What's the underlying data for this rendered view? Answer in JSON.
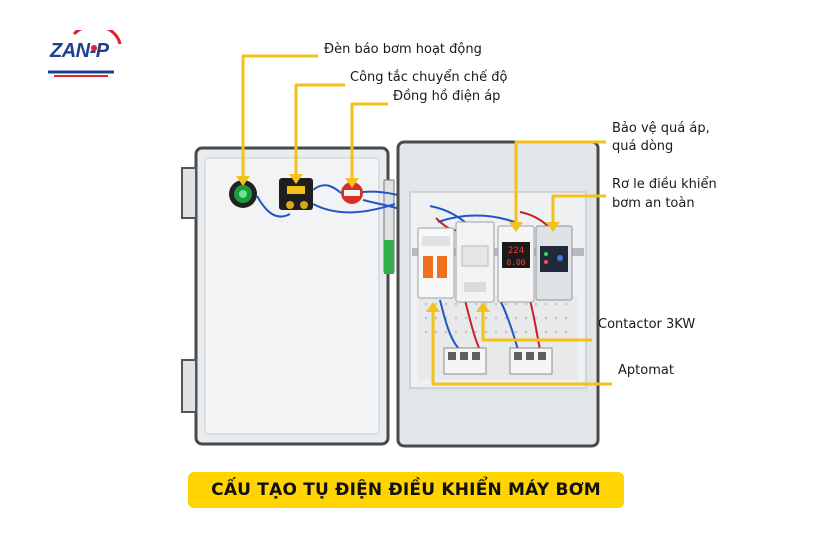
{
  "logo": {
    "text": "ZAN-P",
    "icon": "company-logo"
  },
  "labels": {
    "indicator_light": "Đèn báo bơm hoạt động",
    "mode_switch": "Công tắc chuyển chế độ",
    "voltmeter": "Đồng hồ điện áp",
    "overvoltage_protection_line1": "Bảo vệ quá áp,",
    "overvoltage_protection_line2": "quá dòng",
    "safety_relay_line1": "Rơ le điều khiển",
    "safety_relay_line2": "bơm an toàn",
    "contactor": "Contactor 3KW",
    "breaker": "Aptomat"
  },
  "meter_display": {
    "top": "224",
    "bottom": "0.00"
  },
  "title": "CẤU TẠO TỤ ĐIỆN ĐIỀU KHIỂN MÁY BƠM",
  "colors": {
    "callout": "#f2c21b",
    "title_bg": "#ffd400",
    "panel": "#e9ecee",
    "panel_border": "#4a4a4a",
    "logo_blue": "#1f3f8f",
    "logo_red": "#e0202a",
    "breaker_orange": "#f07020",
    "wire_blue": "#2255c8",
    "wire_red": "#c8202a"
  }
}
